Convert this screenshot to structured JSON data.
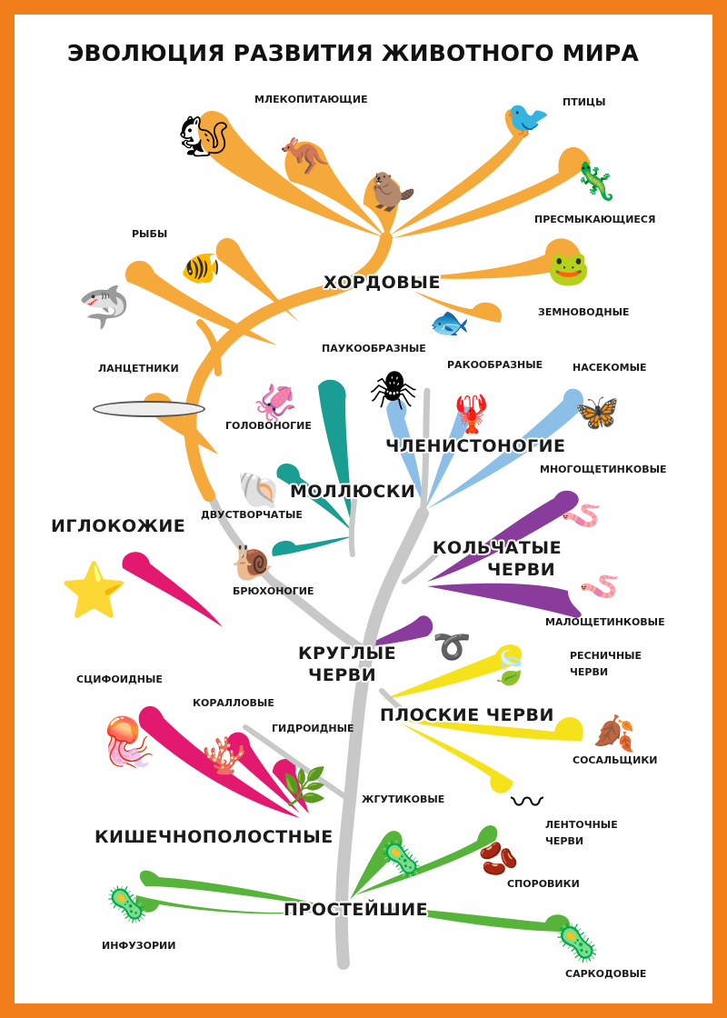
{
  "title": "ЭВОЛЮЦИЯ РАЗВИТИЯ ЖИВОТНОГО МИРА",
  "colors": {
    "border": "#f07d1a",
    "trunk": "#c8c8c8",
    "chordates": "#f5a93a",
    "molluscs": "#1a9e93",
    "arthropods": "#7fb3e3",
    "annelids": "#8a3c9c",
    "echinoderms": "#e3196f",
    "cnidarians": "#e3196f",
    "flatworms": "#f5e21a",
    "protozoa": "#56b43a"
  },
  "groups": {
    "chordates": "ХОРДОВЫЕ",
    "echinoderms": "ИГЛОКОЖИЕ",
    "molluscs": "МОЛЛЮСКИ",
    "arthropods": "ЧЛЕНИСТОНОГИЕ",
    "annelids_1": "КОЛЬЧАТЫЕ",
    "annelids_2": "ЧЕРВИ",
    "roundworms_1": "КРУГЛЫЕ",
    "roundworms_2": "ЧЕРВИ",
    "flatworms": "ПЛОСКИЕ  ЧЕРВИ",
    "cnidarians": "КИШЕЧНОПОЛОСТНЫЕ",
    "protozoa": "ПРОСТЕЙШИЕ"
  },
  "classes": {
    "mammals": "МЛЕКОПИТАЮЩИЕ",
    "birds": "ПТИЦЫ",
    "reptiles": "ПРЕСМЫКАЮЩИЕСЯ",
    "fish": "РЫБЫ",
    "amphibians": "ЗЕМНОВОДНЫЕ",
    "lancelets": "ЛАНЦЕТНИКИ",
    "arachnids": "ПАУКООБРАЗНЫЕ",
    "crustaceans": "РАКООБРАЗНЫЕ",
    "insects": "НАСЕКОМЫЕ",
    "cephalopods": "ГОЛОВОНОГИЕ",
    "bivalves": "ДВУСТВОРЧАТЫЕ",
    "gastropods": "БРЮХОНОГИЕ",
    "polychaetes": "МНОГОЩЕТИНКОВЫЕ",
    "oligochaetes": "МАЛОЩЕТИНКОВЫЕ",
    "scyphozoa": "СЦИФОИДНЫЕ",
    "corals": "КОРАЛЛОВЫЕ",
    "hydrozoa": "ГИДРОИДНЫЕ",
    "turbellaria_1": "РЕСНИЧНЫЕ",
    "turbellaria_2": "ЧЕРВИ",
    "flukes": "СОСАЛЬЩИКИ",
    "tapeworms_1": "ЛЕНТОЧНЫЕ",
    "tapeworms_2": "ЧЕРВИ",
    "flagellates": "ЖГУТИКОВЫЕ",
    "sporozoa": "СПОРОВИКИ",
    "ciliates": "ИНФУЗОРИИ",
    "sarcodina": "САРКОДОВЫЕ"
  }
}
